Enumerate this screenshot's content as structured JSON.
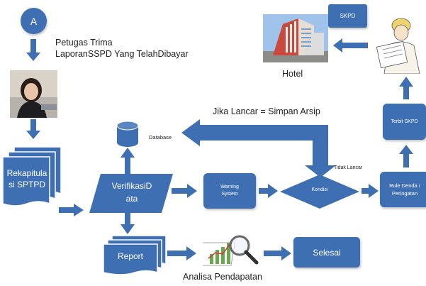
{
  "start_node": {
    "label": "A"
  },
  "note_petugas": {
    "line1": "Petugas Trima",
    "line2": "LaporanSSPD Yang TelahDibayar"
  },
  "rekapitulasi": {
    "line1": "Rekapitula",
    "line2": "si SPTPD"
  },
  "verifikasi": {
    "line1": "VerifikasiD",
    "line2": "ata"
  },
  "database": {
    "label": "Database"
  },
  "jika_lancar": {
    "label": "Jika Lancar = Simpan Arsip"
  },
  "warning": {
    "line1": "Warning",
    "line2": "System"
  },
  "kondisi": {
    "label": "Kondisi"
  },
  "tidak_lancar": {
    "label": "Tidak Lancar"
  },
  "rule": {
    "line1": "Rule Denda /",
    "line2": "Peringatan"
  },
  "terbit": {
    "label": "Terbit SKPD"
  },
  "skpd": {
    "label": "SKPD"
  },
  "hotel": {
    "label": "Hotel"
  },
  "report": {
    "label": "Report"
  },
  "analisa": {
    "label": "Analisa Pendapatan"
  },
  "selesai": {
    "label": "Selesai"
  }
}
